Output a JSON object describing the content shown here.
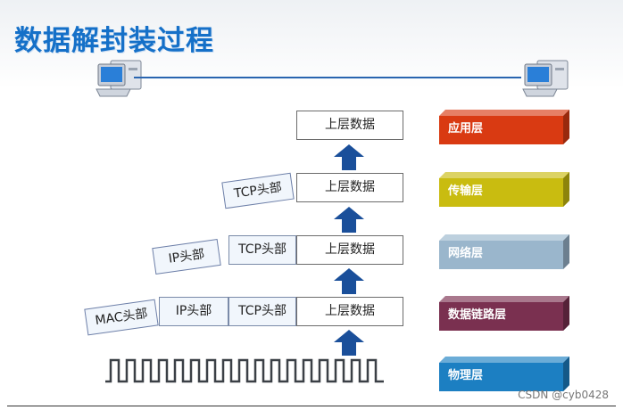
{
  "title": "数据解封装过程",
  "data_label": "上层数据",
  "tcp_label": "TCP头部",
  "ip_label": "IP头部",
  "mac_label": "MAC头部",
  "layers": [
    {
      "label": "应用层",
      "color": "#d93a12"
    },
    {
      "label": "传输层",
      "color": "#c9bc10"
    },
    {
      "label": "网络层",
      "color": "#9ab6cc"
    },
    {
      "label": "数据链路层",
      "color": "#7a3050"
    },
    {
      "label": "物理层",
      "color": "#1c7fc2"
    }
  ],
  "colors": {
    "title": "#1570c8",
    "arrow": "#1a4f9a",
    "connector": "#2a65b0"
  },
  "watermark": "CSDN @cyb0428"
}
